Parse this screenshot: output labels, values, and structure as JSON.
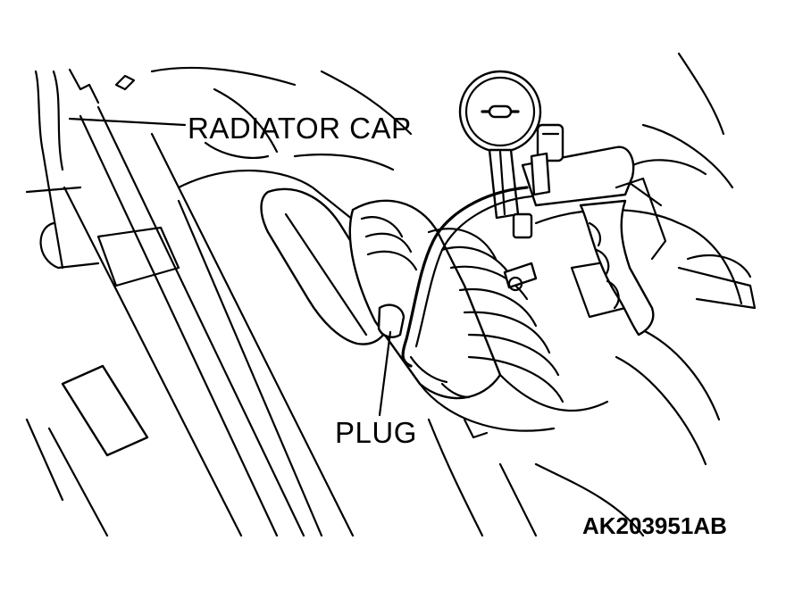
{
  "labels": {
    "radiator_cap": "RADIATOR CAP",
    "plug": "PLUG",
    "figure_code": "AK203951AB"
  }
}
